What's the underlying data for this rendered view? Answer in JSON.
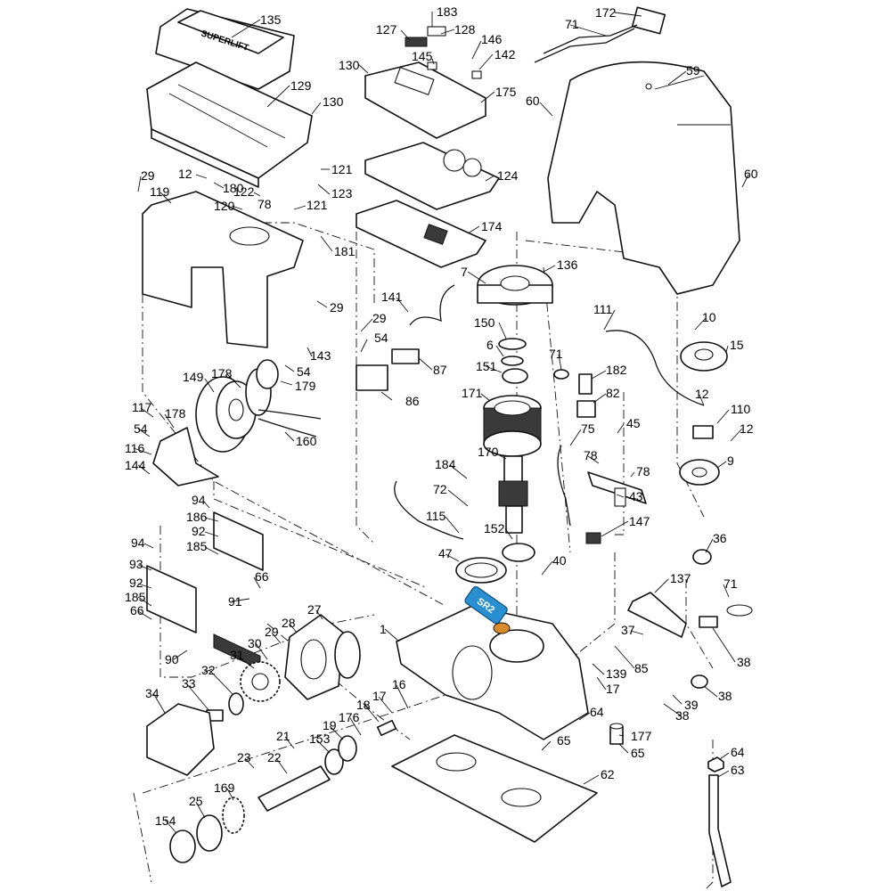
{
  "diagram": {
    "highlight": {
      "text": "SR2",
      "color": "#2a8fd0",
      "accent": "#d98a2b"
    },
    "labels": {
      "l135": "135",
      "l129": "129",
      "l130a": "130",
      "l130b": "130",
      "l183": "183",
      "l127": "127",
      "l128": "128",
      "l146": "146",
      "l145": "145",
      "l142": "142",
      "l175": "175",
      "l172": "172",
      "l71a": "71",
      "l59": "59",
      "l60a": "60",
      "l60b": "60",
      "l12a": "12",
      "l180": "180",
      "l121a": "121",
      "l123": "123",
      "l29a": "29",
      "l119": "119",
      "l122": "122",
      "l120": "120",
      "l78a": "78",
      "l121b": "121",
      "l124": "124",
      "l174": "174",
      "l181": "181",
      "l7": "7",
      "l136": "136",
      "l29b": "29",
      "l141": "141",
      "l111": "111",
      "l10": "10",
      "l15": "15",
      "l150": "150",
      "l6": "6",
      "l71b": "71",
      "l29c": "29",
      "l54a": "54",
      "l143": "143",
      "l87": "87",
      "l151": "151",
      "l182": "182",
      "l54b": "54",
      "l149": "149",
      "l178a": "178",
      "l179": "179",
      "l86": "86",
      "l171": "171",
      "l82": "82",
      "l12b": "12",
      "l110": "110",
      "l117": "117",
      "l178b": "178",
      "l12c": "12",
      "l54c": "54",
      "l160": "160",
      "l45": "45",
      "l75": "75",
      "l116": "116",
      "l144": "144",
      "l170": "170",
      "l78b": "78",
      "l184": "184",
      "l78c": "78",
      "l9": "9",
      "l43": "43",
      "l94a": "94",
      "l72": "72",
      "l186": "186",
      "l115": "115",
      "l147": "147",
      "l92a": "92",
      "l152": "152",
      "l36": "36",
      "l94b": "94",
      "l185a": "185",
      "l47": "47",
      "l40": "40",
      "l93": "93",
      "l66a": "66",
      "l92b": "92",
      "l137": "137",
      "l71c": "71",
      "l91": "91",
      "l185b": "185",
      "l66b": "66",
      "l28": "28",
      "l27": "27",
      "l29d": "29",
      "l1": "1",
      "l37": "37",
      "l90": "90",
      "l30": "30",
      "l31": "31",
      "l32": "32",
      "l85": "85",
      "l38a": "38",
      "l139": "139",
      "l33": "33",
      "l34": "34",
      "l16": "16",
      "l17a": "17",
      "l17b": "17",
      "l18": "18",
      "l39": "39",
      "l38b": "38",
      "l38c": "38",
      "l64a": "64",
      "l19": "19",
      "l176": "176",
      "l21": "21",
      "l153": "153",
      "l177": "177",
      "l65a": "65",
      "l65b": "65",
      "l23": "23",
      "l22": "22",
      "l64b": "64",
      "l169": "169",
      "l62": "62",
      "l63": "63",
      "l25": "25",
      "l154": "154"
    }
  }
}
